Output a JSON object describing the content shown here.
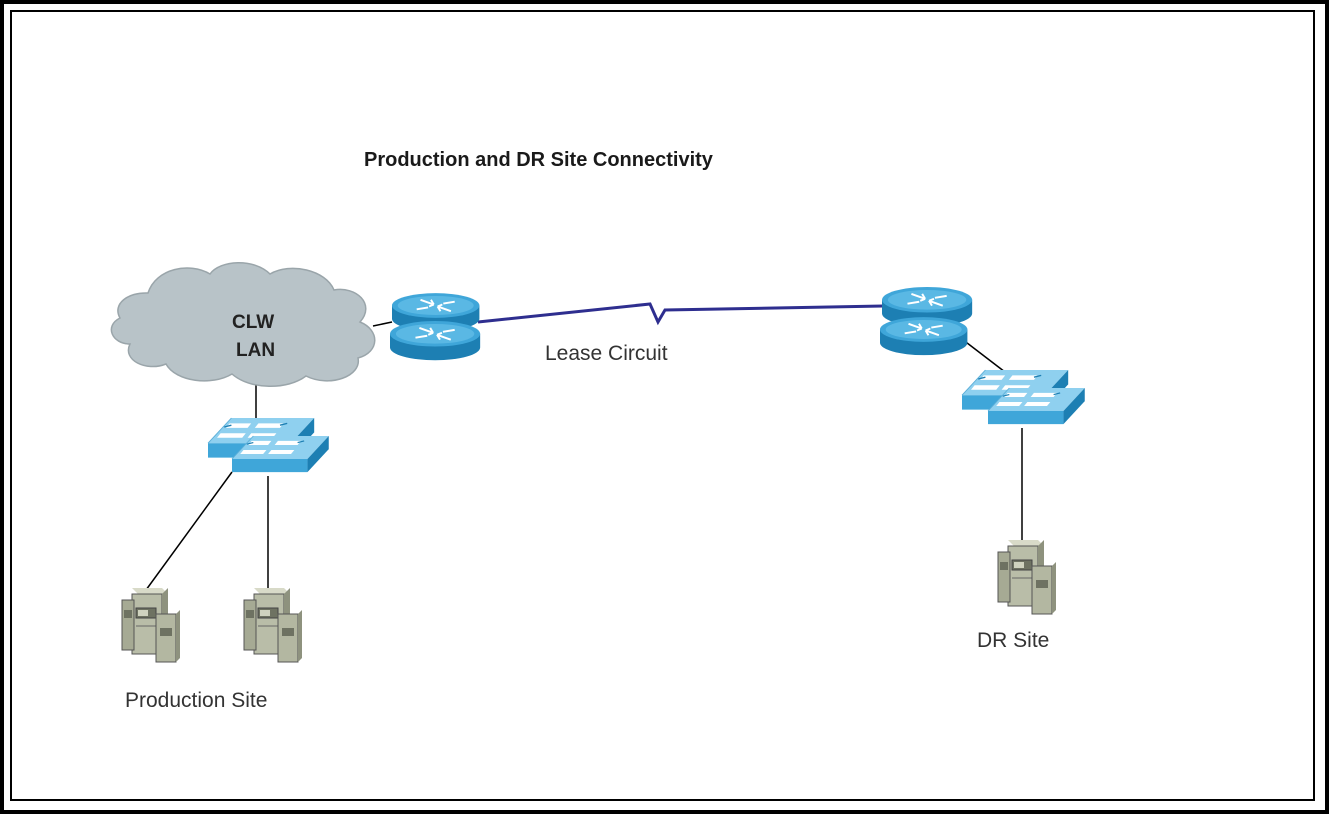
{
  "diagram": {
    "title": "Production and DR Site Connectivity",
    "cloud_label_line1": "CLW",
    "cloud_label_line2": "LAN",
    "link_label": "Lease Circuit",
    "production_label": "Production Site",
    "dr_label": "DR Site"
  },
  "colors": {
    "frame": "#000000",
    "cloud_fill": "#b8c3c8",
    "device_blue": "#3fa6d9",
    "device_blue_dark": "#1d7fb3",
    "device_blue_light": "#8fd0ef",
    "wan_link": "#2e2e8f",
    "connector": "#000000",
    "server_fill": "#b9bda8"
  },
  "icons": [
    "cloud-icon",
    "router-icon",
    "switch-icon",
    "server-icon"
  ]
}
